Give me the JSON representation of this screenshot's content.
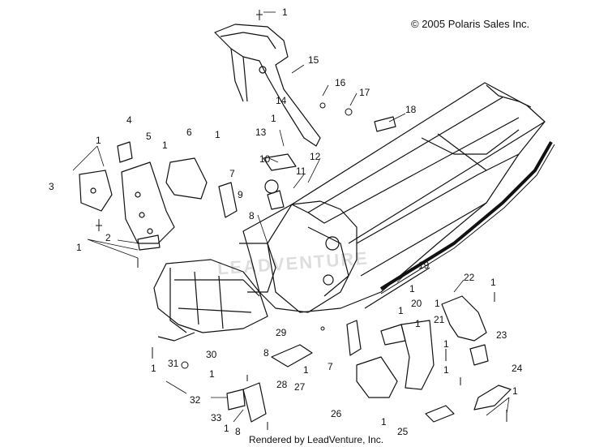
{
  "copyright": "© 2005 Polaris Sales Inc.",
  "footer": "Rendered by LeadVenture, Inc.",
  "watermark": "LEADVENTURE",
  "callouts": [
    "1",
    "2",
    "3",
    "4",
    "5",
    "6",
    "7",
    "8",
    "9",
    "10",
    "11",
    "12",
    "13",
    "14",
    "15",
    "16",
    "17",
    "18",
    "19",
    "20",
    "21",
    "22",
    "23",
    "24",
    "25",
    "26",
    "27",
    "28",
    "29",
    "30",
    "31",
    "32",
    "33"
  ],
  "colors": {
    "line": "#111111",
    "background": "#ffffff"
  }
}
